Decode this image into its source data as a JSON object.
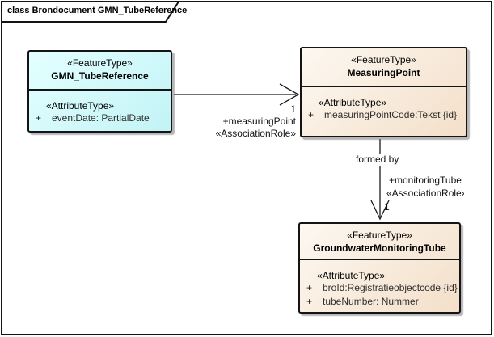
{
  "diagram": {
    "title": "class Brondocument GMN_TubeReference"
  },
  "classes": [
    {
      "stereotype": "«FeatureType»",
      "name": "GMN_TubeReference",
      "attr_stereotype": "«AttributeType»",
      "attributes": [
        {
          "visibility": "+",
          "text": "eventDate: PartialDate"
        }
      ],
      "fill": "#c9f5f7"
    },
    {
      "stereotype": "«FeatureType»",
      "name": "MeasuringPoint",
      "attr_stereotype": "«AttributeType»",
      "attributes": [
        {
          "visibility": "+",
          "text": "measuringPointCode:Tekst {id}"
        }
      ],
      "fill": "#f7e8d7"
    },
    {
      "stereotype": "«FeatureType»",
      "name": "GroundwaterMonitoringTube",
      "attr_stereotype": "«AttributeType»",
      "attributes": [
        {
          "visibility": "+",
          "text": "broId:Registratieobjectcode {id}"
        },
        {
          "visibility": "+",
          "text": "tubeNumber: Nummer"
        }
      ],
      "fill": "#f7e8d7"
    }
  ],
  "associations": [
    {
      "source": "GMN_TubeReference",
      "target": "MeasuringPoint",
      "target_multiplicity": "1",
      "target_role": "+measuringPoint",
      "target_stereotype": "«AssociationRole»"
    },
    {
      "source": "MeasuringPoint",
      "target": "GroundwaterMonitoringTube",
      "name": "formed by",
      "target_role": "+monitoringTube",
      "target_stereotype": "«AssociationRole»",
      "target_multiplicity": "1"
    }
  ],
  "colors": {
    "border": "#141414",
    "class_fill_cyan": "#c9f5f7",
    "class_fill_tan": "#f3dfc9",
    "line": "#1a1a1a",
    "background": "#ffffff"
  }
}
